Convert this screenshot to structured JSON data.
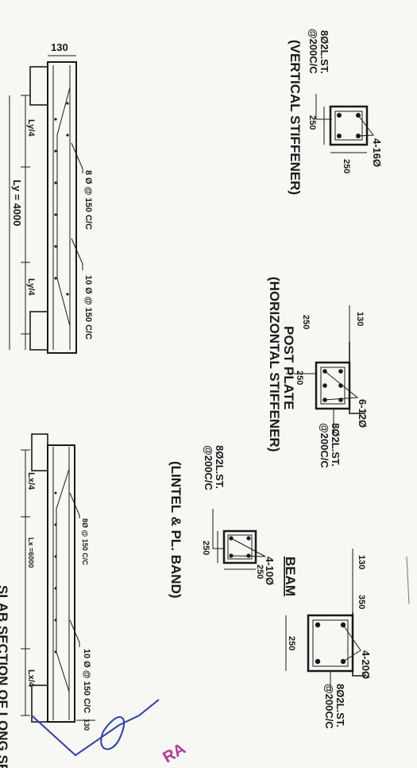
{
  "vertical_stiffener": {
    "title": "(VERTICAL STIFFENER)",
    "stirrup": "8Ø2L.ST.",
    "spacing": "@200C/C",
    "main_bars": "4-16Ø",
    "dim_a": "250",
    "dim_b": "250"
  },
  "post_plate": {
    "title": "POST PLATE",
    "subtitle": "(HORIZONTAL STIFFENER)",
    "main_bars": "6-12Ø",
    "stirrup": "8Ø2L.ST.",
    "spacing": "@200C/C",
    "dim_top": "130",
    "dim_depth": "250",
    "dim_width": "250"
  },
  "beam": {
    "title": "BEAM",
    "main_bars": "4-20Ø",
    "stirrup": "8Ø2L.ST.",
    "spacing": "@200C/C",
    "dim_top": "130",
    "dim_depth": "350",
    "dim_width": "250"
  },
  "lintel_band": {
    "title": "(LINTEL & PL. BAND)",
    "stirrup": "8Ø2L.ST.",
    "spacing": "@200C/C",
    "main_bars": "4-10Ø",
    "dim_a": "250",
    "dim_b": "250"
  },
  "slab_section_1": {
    "thickness": "130",
    "bars_1": "8 Ø @ 150 C/C",
    "bars_2": "10 Ø @ 150 C/C",
    "quarter_1": "Ly/4",
    "span": "Ly = 4000",
    "quarter_2": "Ly/4"
  },
  "slab_section_2": {
    "bars_1": "8Ø @ 150 C/C",
    "bars_2": "10 Ø @ 150 C/C",
    "thickness": "130",
    "quarter_1": "Lx/4",
    "span": "Lx =6000",
    "quarter_2": "Lx/4",
    "caption": "SLAB SECTION OF LONG SPAN",
    "stamp_text": "RA"
  }
}
